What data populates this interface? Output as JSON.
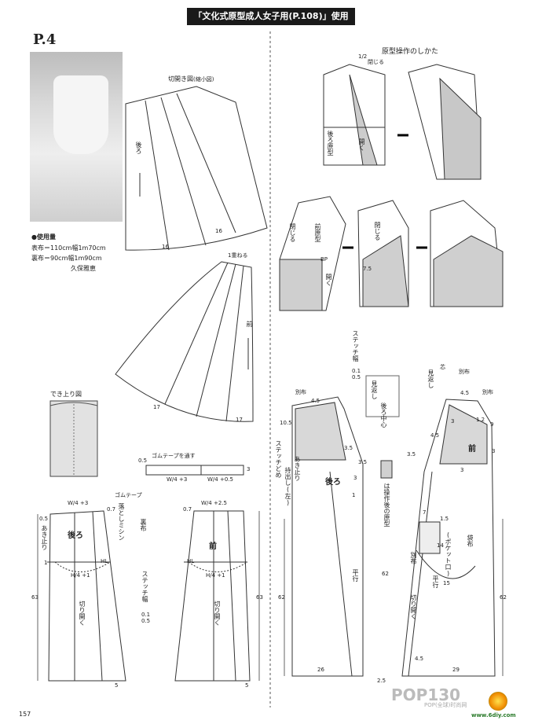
{
  "header": {
    "title": "「文化式原型成人女子用(P.108)」使用"
  },
  "page": {
    "label": "P.4",
    "number": "157"
  },
  "left": {
    "kiri_title": "切開き図",
    "kiri_sub": "(縮小図)",
    "ushiro": "後ろ",
    "mae": "前",
    "val16a": "16",
    "val16b": "16",
    "val17a": "17",
    "val17b": "17",
    "jyuneru": "1重ねる",
    "materials_title": "●使用量",
    "materials_1": "表布＝110cm幅1m70cm",
    "materials_2": "裏布＝90cm幅1m90cm",
    "author": "久保雅恵",
    "finished": "でき上り図",
    "gom_title": "ゴムテープを通す",
    "gom_05": "0.5",
    "gom_3": "3",
    "gom_w1": "W/4 +3",
    "gom_w2": "W/4 +0.5",
    "back_label": "後ろ",
    "front_label": "前",
    "w4_3": "W/4 +3",
    "w4_25": "W/4 +2.5",
    "h4_1a": "H/4 +1",
    "h4_1b": "H/4 +1",
    "hl_a": "HL",
    "hl_b": "HL",
    "gomtape": "ゴムテープ",
    "otoshi": "落としミシン",
    "urafu": "裏布",
    "akidomari": "あき止り",
    "kiri_hiraku_a": "切り開く",
    "kiri_hiraku_b": "切り開く",
    "stitch_width": "ステッチ幅",
    "stitch_vals": "0.1 0.5",
    "v_07a": "0.7",
    "v_07b": "0.7",
    "v_05a": "0.5",
    "v_1": "1",
    "v_63a": "63",
    "v_63b": "63",
    "v_5a": "5",
    "v_5b": "5"
  },
  "right": {
    "proto_title": "原型操作のしかた",
    "tojiru_1": "閉じる",
    "half": "1/2",
    "ushiro_genkei": "後ろ原型",
    "hiraku_1": "開く",
    "tojiru_2": "閉じる",
    "mae_genkei": "前原型",
    "bp": "BP",
    "hiraku_2": "開く",
    "tojiru_3": "閉じる",
    "v_75": "7.5",
    "stitch_width": "ステッチ幅",
    "stitch_vals": "0.1 0.5",
    "mikaeshi": "見返し",
    "ushiro_chushin": "後ろ中心",
    "betsu_a": "別布",
    "betsu_b": "別布",
    "betsu_c": "別布",
    "mikaeshi_b": "見返し",
    "shin": "芯",
    "ushiro": "後ろ",
    "mae": "前",
    "stitch_dome": "ステッチどめ",
    "mochidashi": "持出し(左)",
    "aki_tomari": "あき止り",
    "sosa_genkei": "は操作後の原型",
    "heikou_a": "平行",
    "heikou_b": "平行",
    "kiri_hiraku": "切り開く",
    "pocket": "(ポケット口)",
    "fukuro": "袋布",
    "v_45a": "4.5",
    "v_45b": "4.5",
    "v_45c": "4.5",
    "v_105": "10.5",
    "v_35a": "3.5",
    "v_35b": "3.5",
    "v_35c": "3.5",
    "v_3a": "3",
    "v_3b": "3",
    "v_3c": "3",
    "v_3d": "3",
    "v_12": "1.2",
    "v_9": "9",
    "v_1a": "1",
    "v_15": "1.5",
    "v_7": "7",
    "v_14": "14",
    "v_15b": "15",
    "v_62a": "62",
    "v_62b": "62",
    "v_62c": "62",
    "v_26": "26",
    "v_29": "29",
    "v_25": "2.5",
    "v_45d": "4.5"
  },
  "watermark": {
    "text": "POP130",
    "sub": "POP(全球)时尚网",
    "site": "www.6diy.com"
  }
}
